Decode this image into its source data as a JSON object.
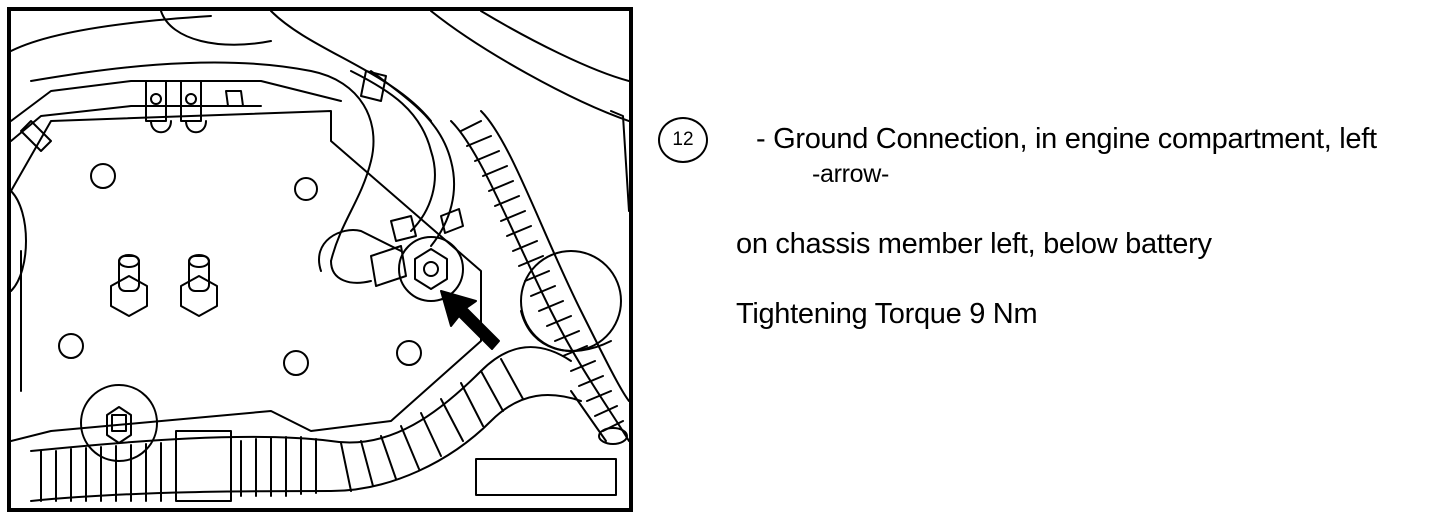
{
  "illustration": {
    "description_icon": "engine-compartment-illustration",
    "frame_color": "#000000"
  },
  "legend": {
    "number": "12",
    "title_line": "- Ground Connection, in engine compartment, left",
    "arrow_ref": "-arrow-",
    "location": "on chassis member left, below battery",
    "torque": "Tightening Torque 9 Nm"
  }
}
